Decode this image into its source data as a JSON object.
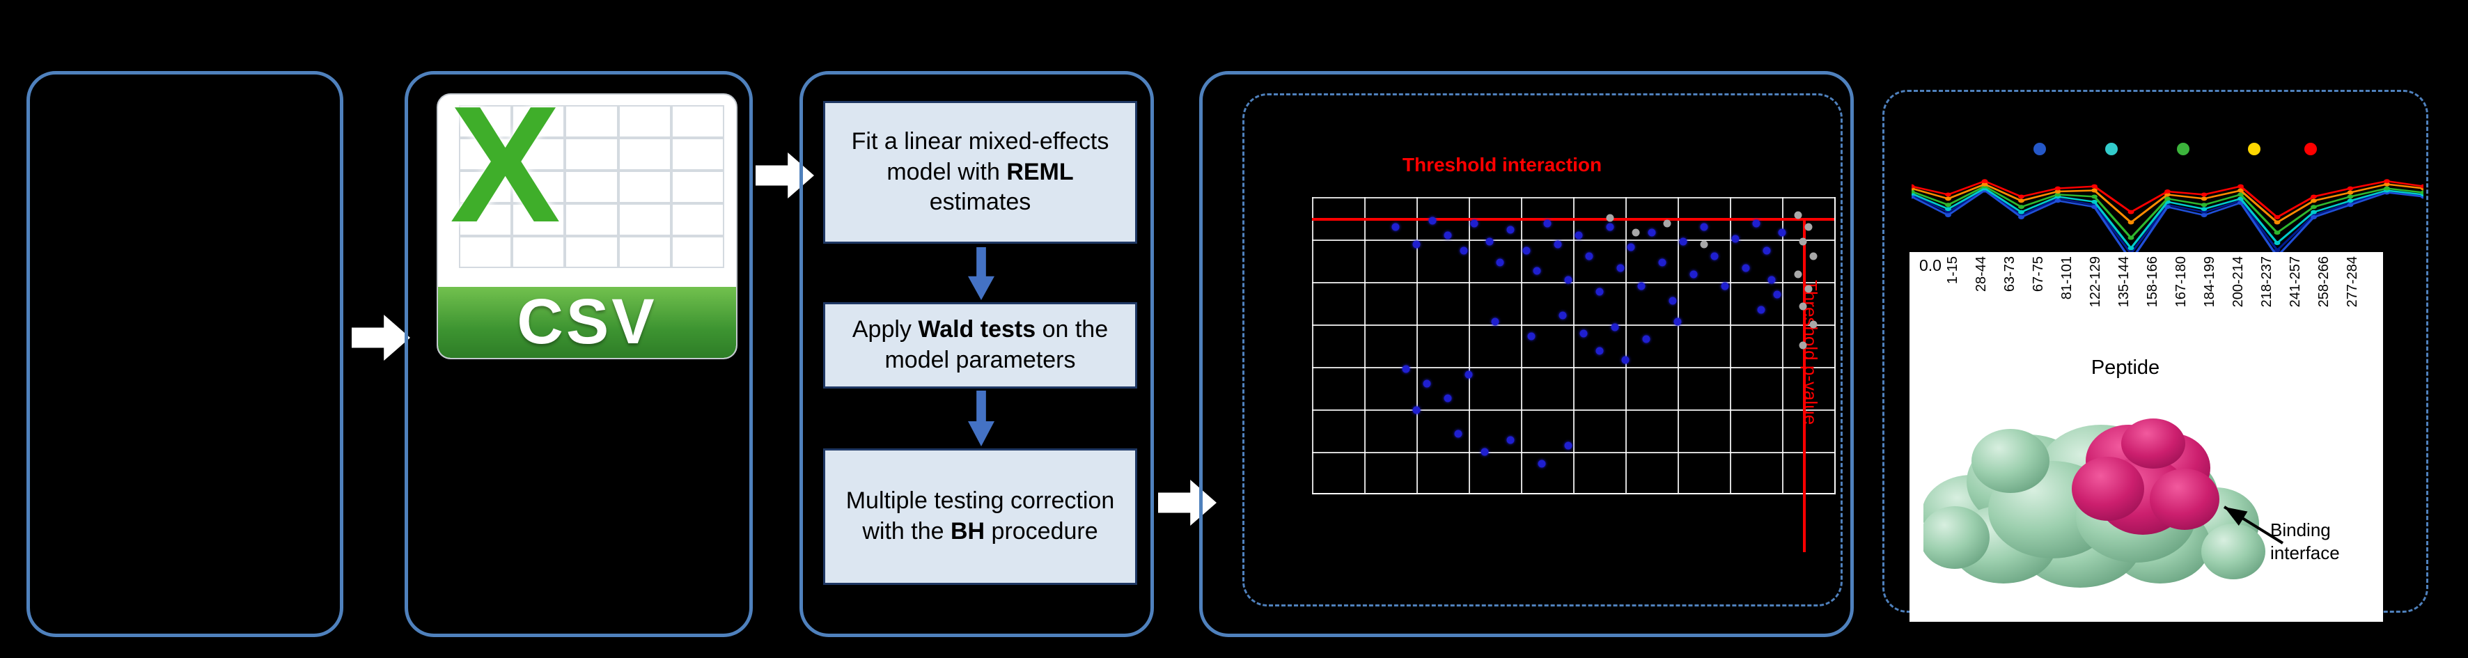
{
  "colors": {
    "outer_border_blue": "#4f81bd",
    "flow_box_fill": "#dce6f1",
    "flow_box_border": "#1f3864",
    "down_arrow_blue": "#4472c4",
    "threshold_red": "#ff0000",
    "csv_green": "#3fae2a",
    "scatter_dot_blue": "#1f1fd0",
    "scatter_dot_gray": "#a8a8a8"
  },
  "csv": {
    "big_letter": "X",
    "label": "CSV"
  },
  "pipeline": {
    "fit": {
      "pre": "Fit a linear mixed-effects model with ",
      "bold": "REML",
      "post": " estimates"
    },
    "wald": {
      "pre": "Apply ",
      "bold": "Wald tests",
      "post": " on the model parameters"
    },
    "bh": {
      "pre": "Multiple testing correction with the ",
      "bold": "BH",
      "post": " procedure"
    }
  },
  "scatter": {
    "title": "Threshold interaction",
    "v_threshold_label": "Threshold p-value",
    "h_line_top_pct": 7,
    "v_line_left_pct": 94,
    "blue_points": [
      [
        16,
        10
      ],
      [
        20,
        16
      ],
      [
        23,
        8
      ],
      [
        26,
        13
      ],
      [
        29,
        18
      ],
      [
        31,
        9
      ],
      [
        34,
        15
      ],
      [
        36,
        22
      ],
      [
        38,
        11
      ],
      [
        41,
        18
      ],
      [
        43,
        25
      ],
      [
        45,
        9
      ],
      [
        47,
        16
      ],
      [
        49,
        28
      ],
      [
        51,
        13
      ],
      [
        53,
        20
      ],
      [
        55,
        32
      ],
      [
        57,
        10
      ],
      [
        59,
        24
      ],
      [
        61,
        17
      ],
      [
        63,
        30
      ],
      [
        65,
        12
      ],
      [
        67,
        22
      ],
      [
        69,
        35
      ],
      [
        71,
        15
      ],
      [
        73,
        26
      ],
      [
        75,
        10
      ],
      [
        77,
        20
      ],
      [
        79,
        30
      ],
      [
        81,
        14
      ],
      [
        83,
        24
      ],
      [
        85,
        9
      ],
      [
        87,
        18
      ],
      [
        88,
        28
      ],
      [
        90,
        12
      ],
      [
        35,
        42
      ],
      [
        42,
        47
      ],
      [
        48,
        40
      ],
      [
        52,
        46
      ],
      [
        58,
        44
      ],
      [
        64,
        48
      ],
      [
        70,
        42
      ],
      [
        55,
        52
      ],
      [
        60,
        55
      ],
      [
        18,
        58
      ],
      [
        22,
        63
      ],
      [
        26,
        68
      ],
      [
        20,
        72
      ],
      [
        30,
        60
      ],
      [
        28,
        80
      ],
      [
        33,
        86
      ],
      [
        38,
        82
      ],
      [
        44,
        90
      ],
      [
        49,
        84
      ],
      [
        86,
        38
      ],
      [
        89,
        33
      ]
    ],
    "gray_points": [
      [
        93,
        6
      ],
      [
        95,
        10
      ],
      [
        94,
        15
      ],
      [
        96,
        20
      ],
      [
        93,
        26
      ],
      [
        95,
        31
      ],
      [
        94,
        37
      ],
      [
        96,
        43
      ],
      [
        94,
        50
      ],
      [
        62,
        12
      ],
      [
        68,
        9
      ],
      [
        75,
        16
      ],
      [
        57,
        7
      ]
    ]
  },
  "profile": {
    "y_tick": "0.0",
    "x_axis_title": "Peptide",
    "x_labels": [
      "1-15",
      "28-44",
      "63-73",
      "67-75",
      "81-101",
      "122-129",
      "135-144",
      "158-166",
      "167-180",
      "184-199",
      "200-214",
      "218-237",
      "241-257",
      "258-266",
      "277-284"
    ],
    "legend_dot_colors": [
      "#2558c8",
      "#33cccc",
      "#3cb43c",
      "#ffd700",
      "#ff0000"
    ],
    "legend_dot_x_pct": [
      25,
      39,
      53,
      67,
      78
    ],
    "series": [
      {
        "name": "navy",
        "color": "#001a8c",
        "values": [
          0.72,
          0.55,
          0.77,
          0.52,
          0.68,
          0.62,
          0.15,
          0.62,
          0.55,
          0.66,
          0.18,
          0.52,
          0.64,
          0.75,
          0.71
        ]
      },
      {
        "name": "blue",
        "color": "#1f4fd8",
        "values": [
          0.7,
          0.52,
          0.76,
          0.5,
          0.66,
          0.6,
          0.08,
          0.6,
          0.52,
          0.64,
          0.12,
          0.5,
          0.62,
          0.74,
          0.7
        ]
      },
      {
        "name": "cyan",
        "color": "#00cccc",
        "values": [
          0.73,
          0.58,
          0.78,
          0.55,
          0.7,
          0.65,
          0.2,
          0.65,
          0.58,
          0.68,
          0.25,
          0.55,
          0.66,
          0.76,
          0.72
        ]
      },
      {
        "name": "green",
        "color": "#2eb82e",
        "values": [
          0.75,
          0.62,
          0.8,
          0.6,
          0.72,
          0.7,
          0.3,
          0.68,
          0.62,
          0.72,
          0.35,
          0.6,
          0.7,
          0.78,
          0.74
        ]
      },
      {
        "name": "orange",
        "color": "#ff8c00",
        "values": [
          0.78,
          0.68,
          0.82,
          0.66,
          0.75,
          0.76,
          0.45,
          0.72,
          0.68,
          0.76,
          0.45,
          0.66,
          0.74,
          0.82,
          0.78
        ]
      },
      {
        "name": "red",
        "color": "#ff0000",
        "values": [
          0.8,
          0.72,
          0.85,
          0.7,
          0.78,
          0.8,
          0.55,
          0.75,
          0.72,
          0.8,
          0.5,
          0.7,
          0.78,
          0.85,
          0.8
        ]
      }
    ]
  },
  "structure": {
    "annotation": "Binding interface"
  }
}
